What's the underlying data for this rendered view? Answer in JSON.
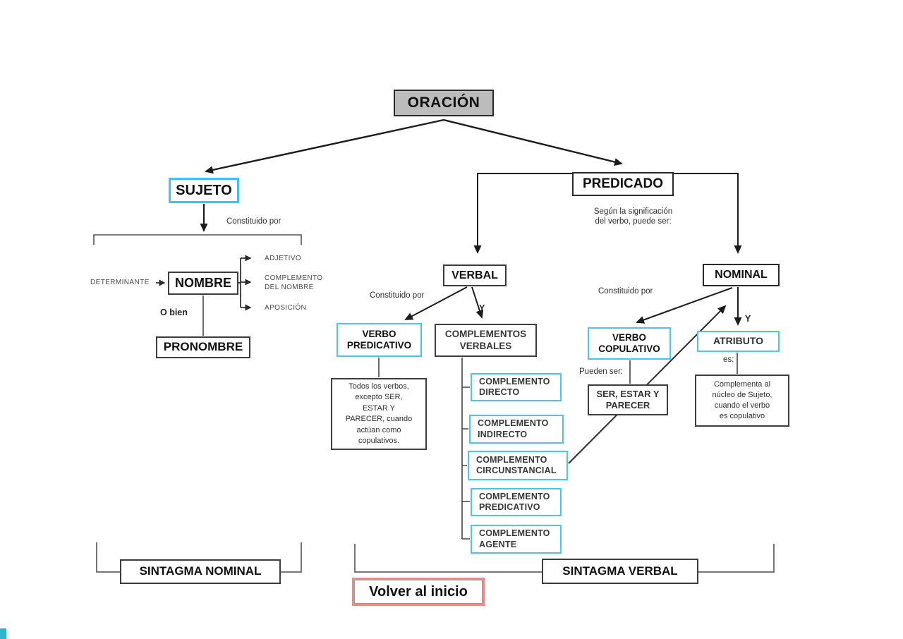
{
  "palette": {
    "cyan_border": "#4cc5ec",
    "red_border": "#ee8a83",
    "root_fill_gray": "#bcbcbc",
    "line_color": "#1c1c1c"
  },
  "root": {
    "label": "ORACIÓN"
  },
  "sujeto": {
    "label": "SUJETO",
    "constituido_por": "Constituido por",
    "determinante": "DETERMINANTE",
    "nombre": "NOMBRE",
    "modifiers": [
      "ADJETIVO",
      "COMPLEMENTO\nDEL NOMBRE",
      "APOSICIÓN"
    ],
    "o_bien": "O bien",
    "pronombre": "PRONOMBRE"
  },
  "predicado": {
    "label": "PREDICADO",
    "segun_nota": "Según la significación\ndel verbo, puede ser:"
  },
  "verbal": {
    "label": "VERBAL",
    "constituido_por": "Constituido por",
    "y": "Y",
    "verbo_predicativo": "VERBO\nPREDICATIVO",
    "verbo_predicativo_nota": "Todos los verbos,\nexcepto SER,\nESTAR Y\nPARECER, cuando\nactúan como\ncopulativos.",
    "complementos_verbales": "COMPLEMENTOS\nVERBALES",
    "complementos": [
      "COMPLEMENTO\nDIRECTO",
      "COMPLEMENTO\nINDIRECTO",
      "COMPLEMENTO\nCIRCUNSTANCIAL",
      "COMPLEMENTO\nPREDICATIVO",
      "COMPLEMENTO\nAGENTE"
    ]
  },
  "nominal": {
    "label": "NOMINAL",
    "constituido_por": "Constituido por",
    "y": "Y",
    "verbo_copulativo": "VERBO\nCOPULATIVO",
    "pueden_ser": "Pueden ser:",
    "ser_estar_parecer": "SER, ESTAR Y\nPARECER",
    "atributo": "ATRIBUTO",
    "es": "es:",
    "atributo_nota": "Complementa al\nnúcleo de Sujeto,\ncuando el verbo\nes copulativo"
  },
  "footer": {
    "sintagma_nominal": "SINTAGMA NOMINAL",
    "sintagma_verbal": "SINTAGMA VERBAL",
    "back_link": "Volver al inicio"
  }
}
